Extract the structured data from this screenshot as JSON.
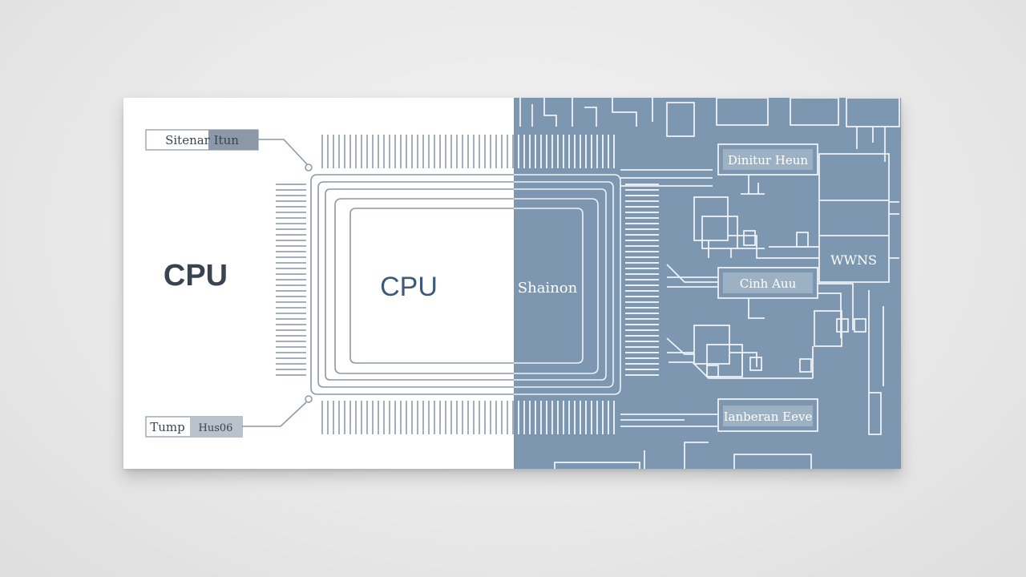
{
  "left_panel": {
    "top_label": "Sitenar Itun",
    "cpu_title": "CPU",
    "bottom_label_a": "Tump",
    "bottom_label_b": "Hus06"
  },
  "chip": {
    "center_label": "CPU",
    "right_label": "Shainon"
  },
  "right_panel": {
    "box_top": "Dinitur Heun",
    "box_mid": "Cinh Auu",
    "box_bottom": "Ianberan Eeve",
    "wave_label": "WWNS"
  },
  "colors": {
    "page_bg": "#e9e9e9",
    "left_bg": "#ffffff",
    "right_bg": "#7d97b1",
    "line_light": "#8c98a8",
    "line_white": "#eef2f6",
    "text_dark": "#3a4450",
    "cpu_blue": "#3e5a78"
  }
}
